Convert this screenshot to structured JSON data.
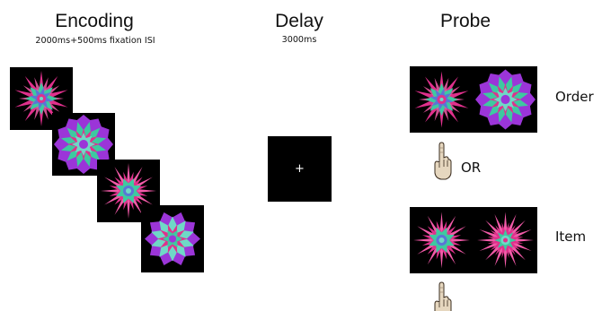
{
  "columns": {
    "encoding": {
      "title": "Encoding",
      "subtitle": "2000ms+500ms fixation ISI"
    },
    "delay": {
      "title": "Delay",
      "subtitle": "3000ms",
      "fixation_symbol": "+"
    },
    "probe": {
      "title": "Probe"
    }
  },
  "probe": {
    "order_label": "Order",
    "or_label": "OR",
    "item_label": "Item"
  },
  "colors": {
    "panel_bg": "#000000",
    "magenta": "#e0308c",
    "pink": "#f25aa8",
    "purple": "#9b35d8",
    "green": "#3ec9a0",
    "teal": "#6fd8c6",
    "blue": "#5b74d6"
  },
  "icons": [
    "pointing-hand-icon",
    "kaleidoscope-stimulus"
  ]
}
